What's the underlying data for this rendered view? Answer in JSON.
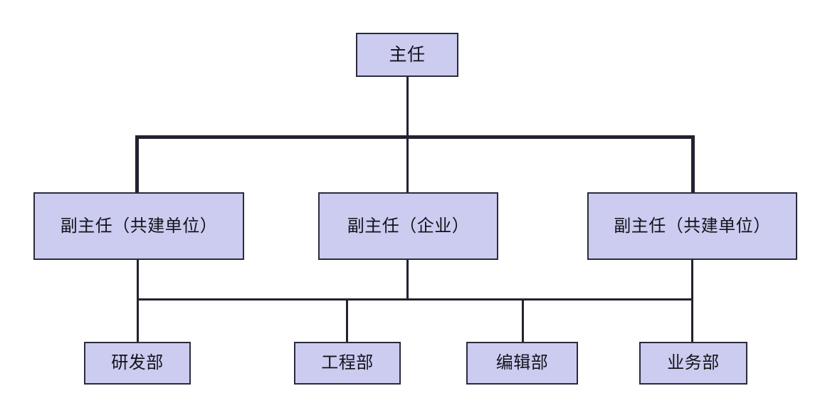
{
  "diagram": {
    "type": "org-chart",
    "title": "",
    "box_fill_color": "#ccccf0",
    "box_border_color": "#2b2b3c",
    "connector_color": "#222230",
    "background_color": "#ffffff",
    "levels": [
      {
        "level": 1,
        "nodes": [
          {
            "id": "director",
            "label": "主任"
          }
        ]
      },
      {
        "level": 2,
        "nodes": [
          {
            "id": "deputy-partner-left",
            "label": "副主任（共建单位）"
          },
          {
            "id": "deputy-enterprise",
            "label": "副主任（企业）"
          },
          {
            "id": "deputy-partner-right",
            "label": "副主任（共建单位）"
          }
        ]
      },
      {
        "level": 3,
        "nodes": [
          {
            "id": "dept-rd",
            "label": "研发部"
          },
          {
            "id": "dept-eng",
            "label": "工程部"
          },
          {
            "id": "dept-editorial",
            "label": "编辑部"
          },
          {
            "id": "dept-business",
            "label": "业务部"
          }
        ]
      }
    ],
    "edges": [
      {
        "from": "director",
        "to": "deputy-partner-left"
      },
      {
        "from": "director",
        "to": "deputy-enterprise"
      },
      {
        "from": "director",
        "to": "deputy-partner-right"
      },
      {
        "from": "deputy-level",
        "to": "dept-rd"
      },
      {
        "from": "deputy-level",
        "to": "dept-eng"
      },
      {
        "from": "deputy-level",
        "to": "dept-editorial"
      },
      {
        "from": "deputy-level",
        "to": "dept-business"
      }
    ]
  }
}
